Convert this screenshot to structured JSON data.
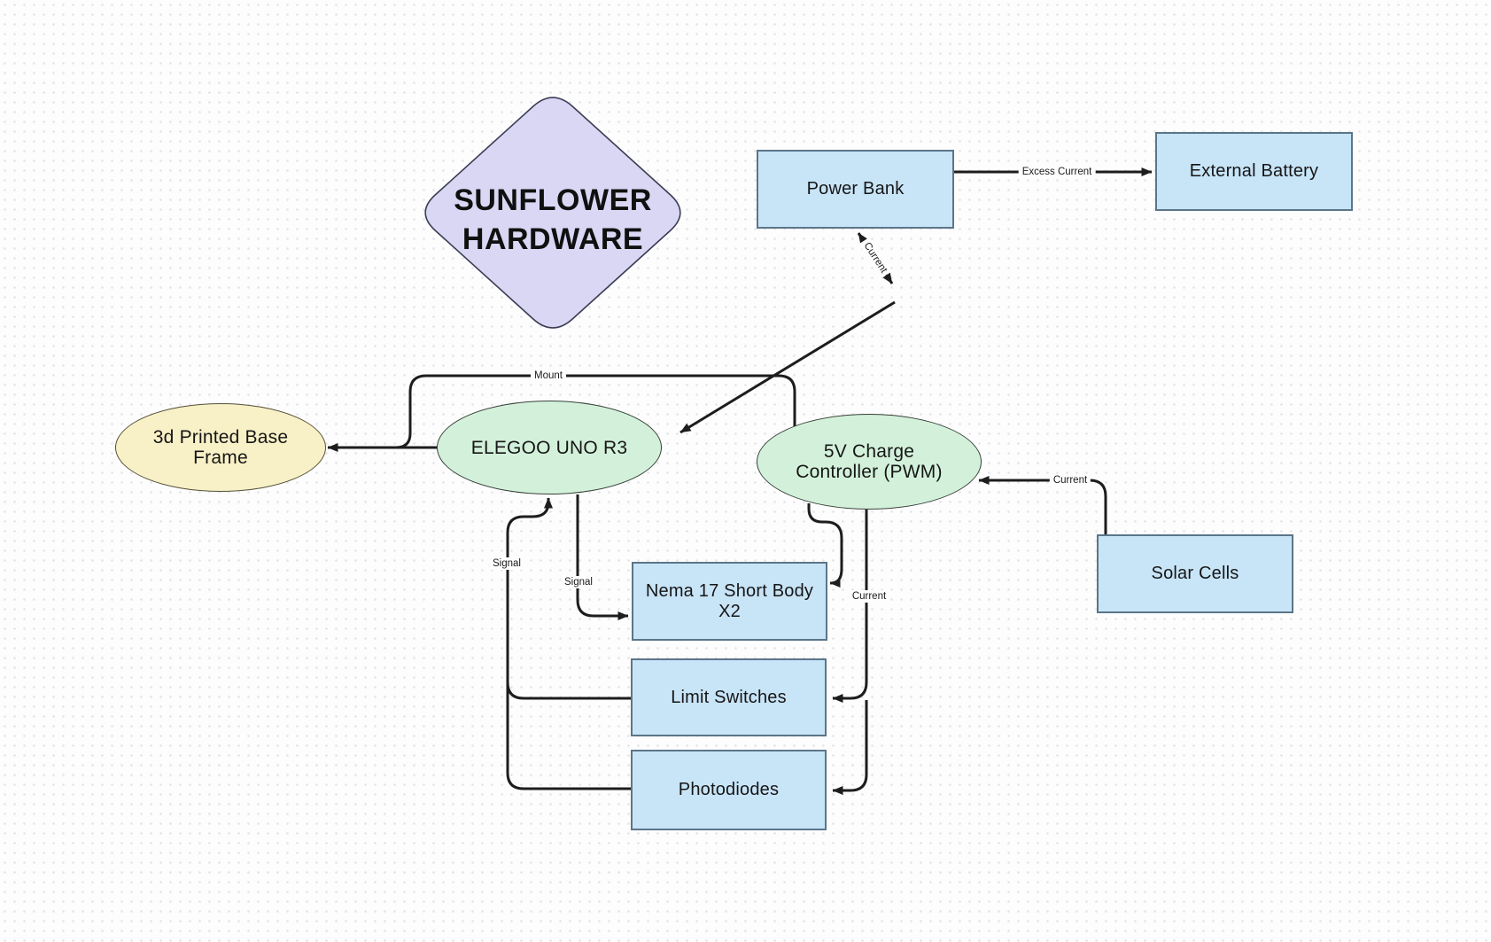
{
  "title": {
    "line1": "SUNFLOWER",
    "line2": "HARDWARE"
  },
  "nodes": {
    "power_bank": {
      "label": "Power Bank"
    },
    "external_battery": {
      "label": "External Battery"
    },
    "solar_cells": {
      "label": "Solar Cells"
    },
    "nema17": {
      "label": "Nema 17 Short Body X2"
    },
    "limit_switches": {
      "label": "Limit Switches"
    },
    "photodiodes": {
      "label": "Photodiodes"
    },
    "base_frame": {
      "line1": "3d Printed Base",
      "line2": "Frame"
    },
    "elegoo": {
      "label": "ELEGOO UNO R3"
    },
    "charge_controller": {
      "line1": "5V Charge",
      "line2": "Controller (PWM)"
    }
  },
  "edge_labels": {
    "excess_current": "Excess Current",
    "current_powerbank": "Current",
    "mount": "Mount",
    "signal_left": "Signal",
    "signal_right": "Signal",
    "current_motors": "Current",
    "current_solar": "Current"
  },
  "palette": {
    "canvas_bg": "#fdfdfd",
    "dot_color": "#e4e4e9",
    "rect_fill": "#c8e4f7",
    "rect_border": "#5b7589",
    "green_ellipse_fill": "#d3f1da",
    "yellow_ellipse_fill": "#f8f0c6",
    "diamond_fill": "#d9d7f4",
    "line_color": "#1d1d1d"
  }
}
